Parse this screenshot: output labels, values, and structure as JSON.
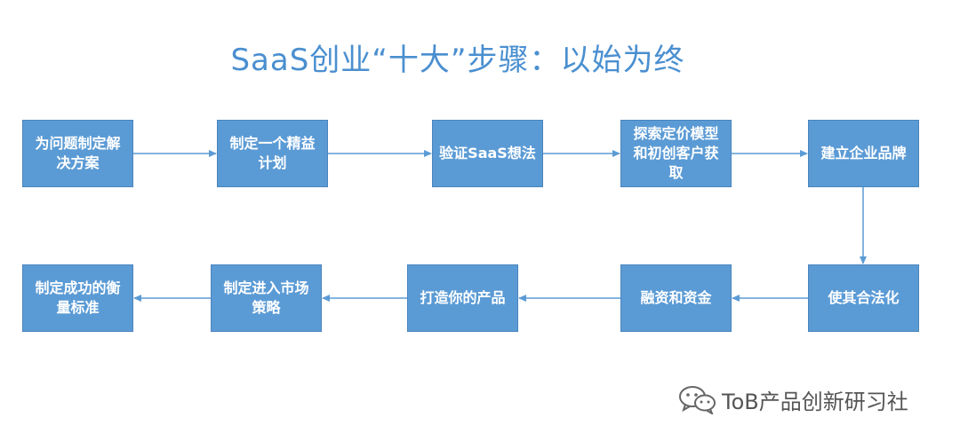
{
  "title": "SaaS创业“十大”步骤：以始为终",
  "steps": [
    {
      "label": "为问题制定解决方案"
    },
    {
      "label": "制定一个精益计划"
    },
    {
      "label": "验证SaaS想法"
    },
    {
      "label": "探索定价模型和初创客户获取"
    },
    {
      "label": "建立企业品牌"
    },
    {
      "label": "使其合法化"
    },
    {
      "label": "融资和资金"
    },
    {
      "label": "打造你的产品"
    },
    {
      "label": "制定进入市场策略"
    },
    {
      "label": "制定成功的衡量标准"
    }
  ],
  "watermark": {
    "icon": "wechat-icon",
    "text": "ToB产品创新研习社"
  },
  "colors": {
    "title": "#4a8fd0",
    "box_fill": "#5b9bd5",
    "box_border": "#4a84bd",
    "arrow": "#5b9bd5"
  }
}
